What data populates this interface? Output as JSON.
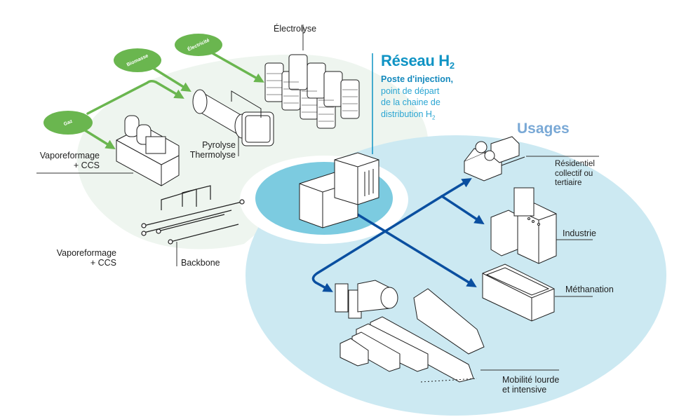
{
  "colors": {
    "production_zone": "#eef5ef",
    "source_bubble": "#6ab64f",
    "source_arrow": "#6ab64f",
    "network_zone": "#7ccbe0",
    "usages_zone": "#cce9f2",
    "distribution_arrow": "#0a4fa0",
    "reseau_title": "#0f93c4",
    "usages_title": "#7aa9d6",
    "outline": "#1e1e1e"
  },
  "sources": [
    {
      "id": "gaz",
      "label": "Gaz"
    },
    {
      "id": "biomasse",
      "label": "Biomasse"
    },
    {
      "id": "electricite",
      "label": "Électricité"
    }
  ],
  "production": {
    "electrolyse": "Électrolyse",
    "pyrolyse_line1": "Pyrolyse",
    "pyrolyse_line2": "Thermolyse",
    "vaporeformage_line1": "Vaporeformage",
    "vaporeformage_line2": "+ CCS",
    "vaporeformage2_line1": "Vaporeformage",
    "vaporeformage2_line2": "+ CCS",
    "backbone": "Backbone"
  },
  "reseau": {
    "title": "Réseau H",
    "title_sub": "2",
    "desc_strong": "Poste d'injection,",
    "desc_line2": "point de départ",
    "desc_line3": "de la chaine de",
    "desc_line4": "distribution H",
    "desc_sub": "2"
  },
  "usages": {
    "title": "Usages",
    "residentiel_line1": "Résidentiel",
    "residentiel_line2": "collectif ou",
    "residentiel_line3": "tertiaire",
    "industrie": "Industrie",
    "methanation": "Méthanation",
    "mobilite_line1": "Mobilité lourde",
    "mobilite_line2": "et intensive"
  }
}
